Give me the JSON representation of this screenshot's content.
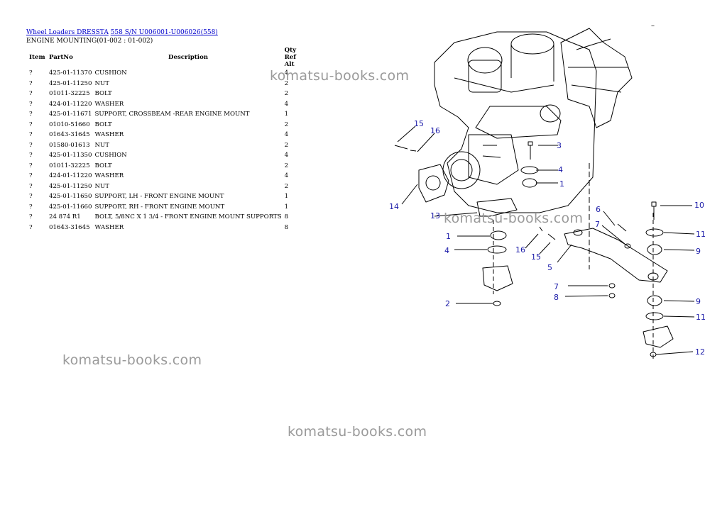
{
  "breadcrumb": {
    "link1": "Wheel Loaders DRESSTA",
    "link2": "558 S/N U006001-U006026(558)"
  },
  "section_title": "ENGINE MOUNTING(01-002 : 01-002)",
  "table": {
    "headers": {
      "item": "Item",
      "partno": "PartNo",
      "description": "Description",
      "qty": "Qty Ref Alt"
    },
    "rows": [
      {
        "item": "?",
        "partno": "425-01-11370",
        "description": "CUSHION",
        "qty": "4"
      },
      {
        "item": "?",
        "partno": "425-01-11250",
        "description": "NUT",
        "qty": "2"
      },
      {
        "item": "?",
        "partno": "01011-32225",
        "description": "BOLT",
        "qty": "2"
      },
      {
        "item": "?",
        "partno": "424-01-11220",
        "description": "WASHER",
        "qty": "4"
      },
      {
        "item": "?",
        "partno": "425-01-11671",
        "description": "SUPPORT, CROSSBEAM -REAR ENGINE MOUNT",
        "qty": "1"
      },
      {
        "item": "?",
        "partno": "01010-51660",
        "description": "BOLT",
        "qty": "2"
      },
      {
        "item": "?",
        "partno": "01643-31645",
        "description": "WASHER",
        "qty": "4"
      },
      {
        "item": "?",
        "partno": "01580-01613",
        "description": "NUT",
        "qty": "2"
      },
      {
        "item": "?",
        "partno": "425-01-11350",
        "description": "CUSHION",
        "qty": "4"
      },
      {
        "item": "?",
        "partno": "01011-32225",
        "description": "BOLT",
        "qty": "2"
      },
      {
        "item": "?",
        "partno": "424-01-11220",
        "description": "WASHER",
        "qty": "4"
      },
      {
        "item": "?",
        "partno": "425-01-11250",
        "description": "NUT",
        "qty": "2"
      },
      {
        "item": "?",
        "partno": "425-01-11650",
        "description": "SUPPORT, LH - FRONT ENGINE MOUNT",
        "qty": "1"
      },
      {
        "item": "?",
        "partno": "425-01-11660",
        "description": "SUPPORT, RH - FRONT ENGINE MOUNT",
        "qty": "1"
      },
      {
        "item": "?",
        "partno": "24 874 R1",
        "description": "BOLT, 5/8NC X 1 3/4 - FRONT ENGINE MOUNT SUPPORTS",
        "qty": "8"
      },
      {
        "item": "?",
        "partno": "01643-31645",
        "description": "WASHER",
        "qty": "8"
      }
    ]
  },
  "watermark": "komatsu-books.com",
  "dash": "–",
  "callouts": [
    "15",
    "16",
    "3",
    "4",
    "1",
    "14",
    "13",
    "6",
    "7",
    "10",
    "11",
    "9",
    "1",
    "4",
    "16",
    "15",
    "5",
    "7",
    "8",
    "2",
    "9",
    "11",
    "12"
  ],
  "colors": {
    "link": "#0000cc",
    "callout": "#1a1aa8",
    "watermark": "#9a9a9a"
  }
}
